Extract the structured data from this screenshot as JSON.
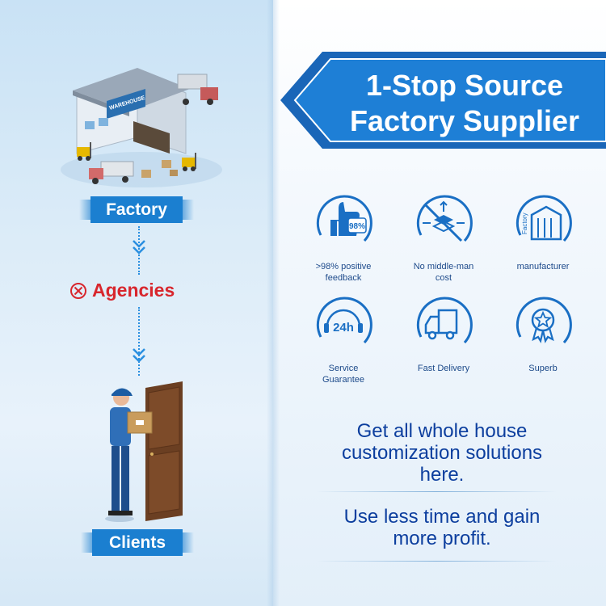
{
  "flow": {
    "factory_label": "Factory",
    "agencies_label": "Agencies",
    "clients_label": "Clients",
    "warehouse_sign": "WAREHOUSE"
  },
  "banner": {
    "title_line1": "1-Stop Source",
    "title_line2": "Factory Supplier"
  },
  "features": [
    {
      "label_line1": ">98% positive",
      "label_line2": "feedback",
      "icon": "thumbs-up-98-icon",
      "badge": "98%"
    },
    {
      "label_line1": "No middle-man",
      "label_line2": "cost",
      "icon": "no-middleman-icon"
    },
    {
      "label_line1": "manufacturer",
      "label_line2": "",
      "icon": "factory-building-icon",
      "badge": "Factory"
    },
    {
      "label_line1": "Service",
      "label_line2": "Guarantee",
      "icon": "24h-service-icon",
      "badge": "24h"
    },
    {
      "label_line1": "Fast Delivery",
      "label_line2": "",
      "icon": "delivery-truck-icon"
    },
    {
      "label_line1": "Superb",
      "label_line2": "",
      "icon": "award-star-icon"
    }
  ],
  "taglines": {
    "line1": "Get all whole house customization solutions here.",
    "line2": "Use less time and gain more profit."
  },
  "colors": {
    "accent_blue": "#1b7fd0",
    "icon_blue": "#1a6fc4",
    "text_navy": "#0c3e9e",
    "red": "#d8262d"
  }
}
